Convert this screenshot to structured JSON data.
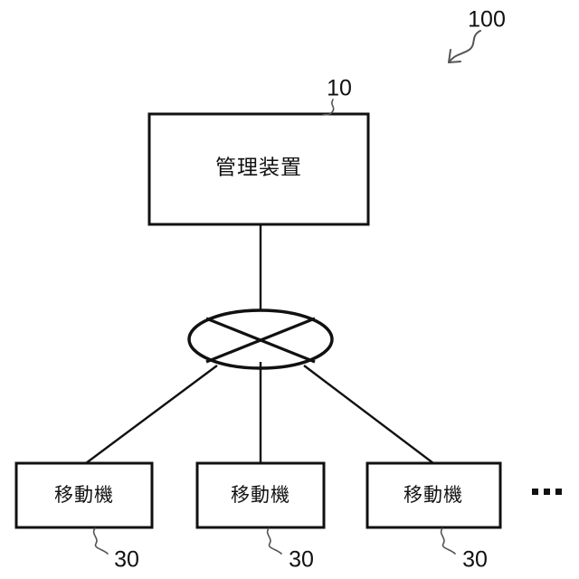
{
  "figure": {
    "figure_number": "100",
    "background_color": "#ffffff",
    "line_color": "#111111",
    "leader_color": "#555555"
  },
  "nodes": {
    "manager": {
      "label": "管理装置",
      "ref": "10",
      "name": "management-device"
    },
    "network": {
      "name": "network-cloud-symbol",
      "label": ""
    },
    "mobiles": [
      {
        "label": "移動機",
        "ref": "30",
        "name": "mobile-device-1"
      },
      {
        "label": "移動機",
        "ref": "30",
        "name": "mobile-device-2"
      },
      {
        "label": "移動機",
        "ref": "30",
        "name": "mobile-device-3"
      }
    ],
    "ellipsis": "•••"
  },
  "icons": {
    "figure_arrow": "curved-arrow-icon",
    "leader": "leader-line-icon",
    "ellipsis": "ellipsis-icon"
  }
}
